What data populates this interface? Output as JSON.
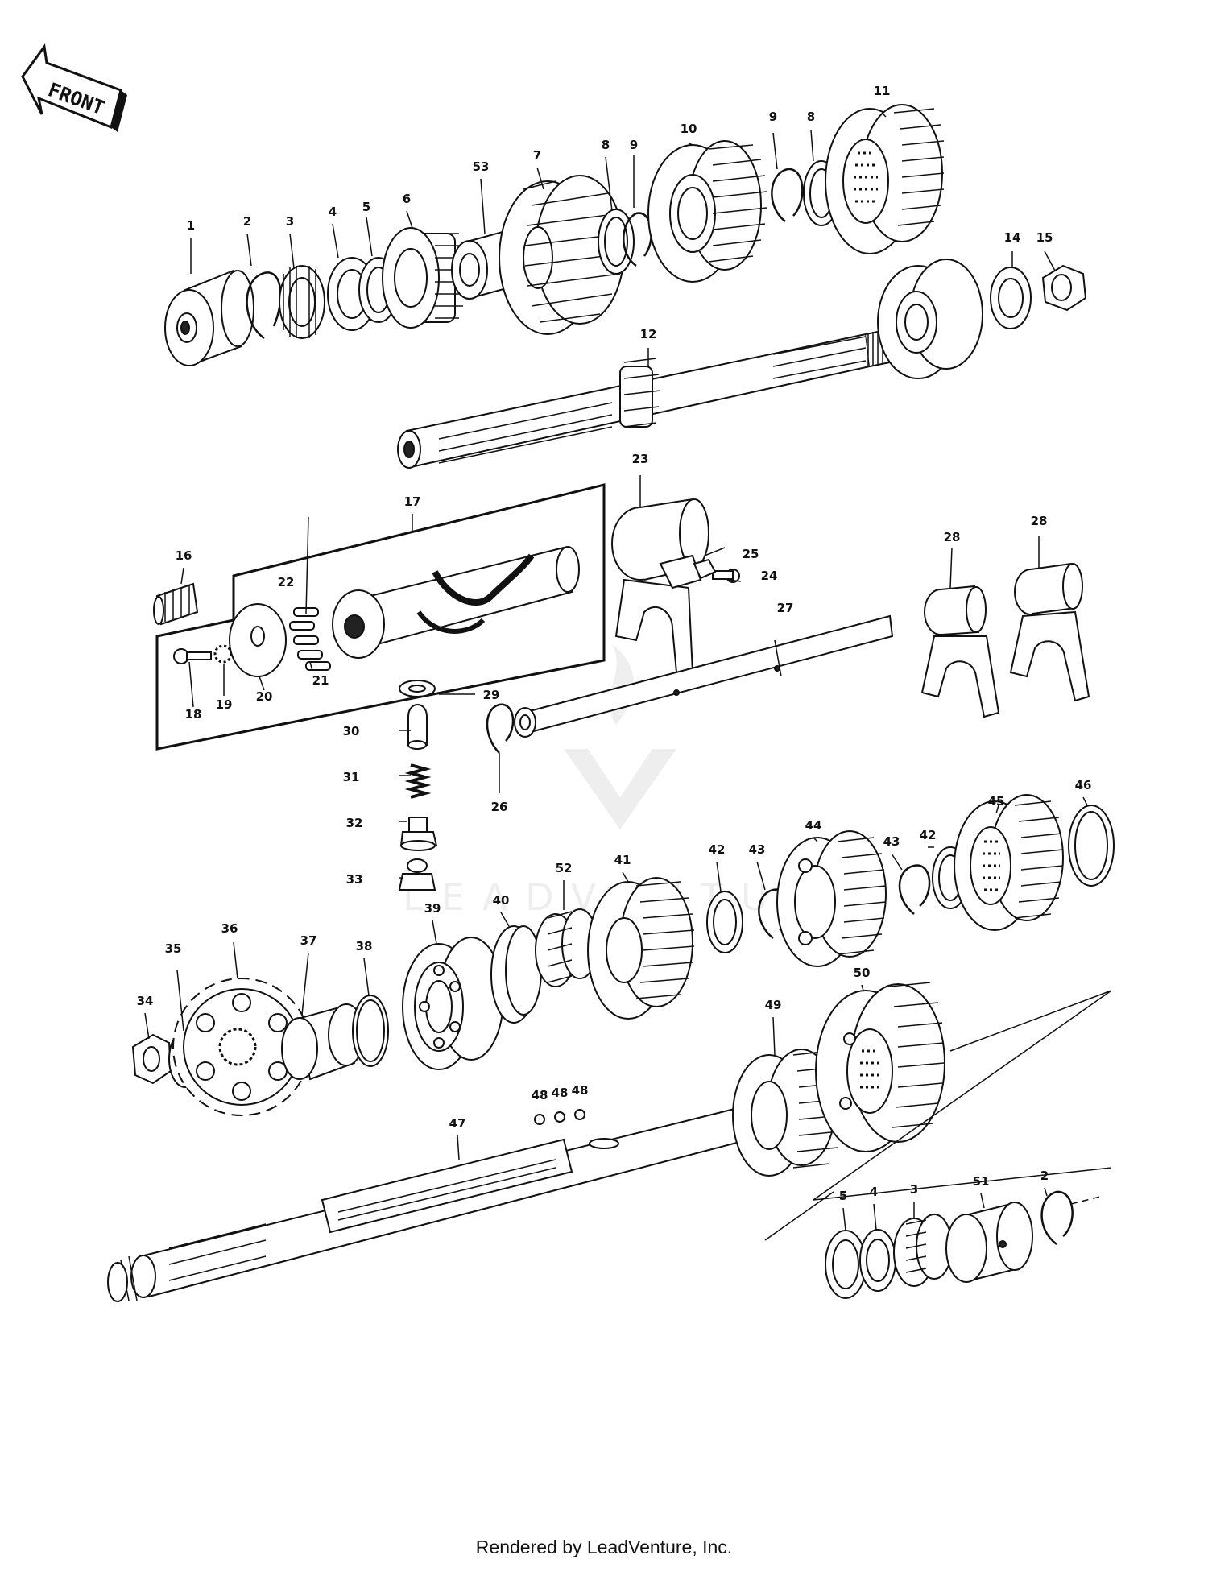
{
  "front_arrow": {
    "text": "FRONT"
  },
  "watermark": {
    "text": "LEADVENTURE"
  },
  "footer": {
    "text": "Rendered by LeadVenture, Inc."
  },
  "labels": {
    "l1": "1",
    "l2": "2",
    "l3": "3",
    "l4": "4",
    "l5": "5",
    "l6": "6",
    "l53": "53",
    "l7": "7",
    "l8a": "8",
    "l9a": "9",
    "l10": "10",
    "l9b": "9",
    "l8b": "8",
    "l11": "11",
    "l12": "12",
    "l14": "14",
    "l15": "15",
    "l16": "16",
    "l17": "17",
    "l18": "18",
    "l19": "19",
    "l20": "20",
    "l21": "21",
    "l22": "22",
    "l23": "23",
    "l24": "24",
    "l25": "25",
    "l26": "26",
    "l27": "27",
    "l28a": "28",
    "l28b": "28",
    "l29": "29",
    "l30": "30",
    "l31": "31",
    "l32": "32",
    "l33": "33",
    "l34": "34",
    "l35": "35",
    "l36": "36",
    "l37": "37",
    "l38": "38",
    "l39": "39",
    "l40": "40",
    "l52": "52",
    "l41": "41",
    "l42a": "42",
    "l43a": "43",
    "l44": "44",
    "l43b": "43",
    "l42b": "42",
    "l45": "45",
    "l46": "46",
    "l47": "47",
    "l48a": "48",
    "l48b": "48",
    "l48c": "48",
    "l49": "49",
    "l50": "50",
    "l5b": "5",
    "l4b": "4",
    "l3b": "3",
    "l51": "51",
    "l2b": "2"
  }
}
